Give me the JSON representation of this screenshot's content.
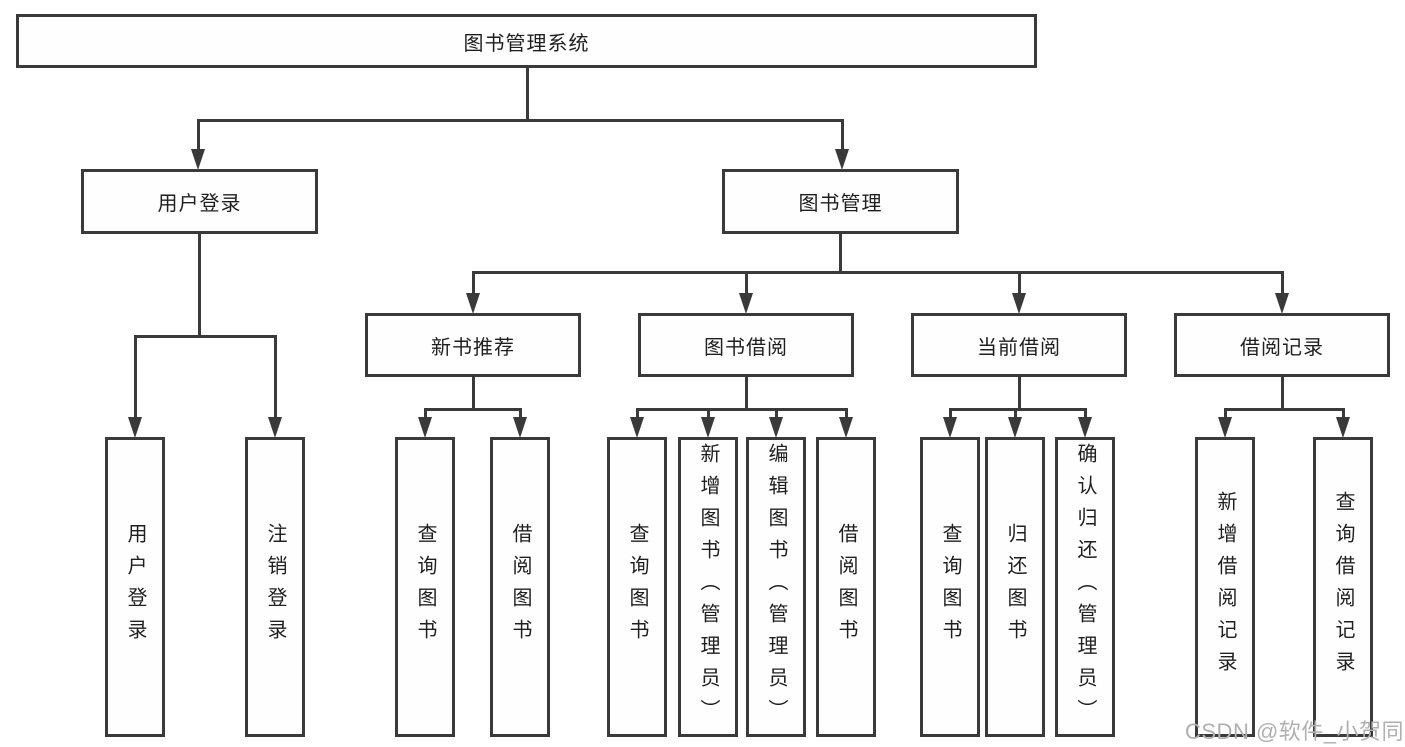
{
  "diagram": {
    "type": "hierarchy-tree",
    "title": "图书管理系统"
  },
  "nodes": {
    "root": "图书管理系统",
    "login": "用户登录",
    "book_mgmt": "图书管理",
    "new_book_rec": "新书推荐",
    "book_borrow": "图书借阅",
    "current_borrow": "当前借阅",
    "borrow_records": "借阅记录",
    "leaf_user_login": "用户登录",
    "leaf_logout": "注销登录",
    "leaf_query_books_rec": "查询图书",
    "leaf_borrow_books_rec": "借阅图书",
    "leaf_query_books_bb": "查询图书",
    "leaf_add_books_admin": "新增图书（管理员）",
    "leaf_edit_books_admin": "编辑图书（管理员）",
    "leaf_borrow_books_bb": "借阅图书",
    "leaf_query_books_cur": "查询图书",
    "leaf_return_books": "归还图书",
    "leaf_confirm_return_admin": "确认归还（管理员）",
    "leaf_add_borrow_record": "新增借阅记录",
    "leaf_query_borrow_record": "查询借阅记录"
  },
  "watermark": "CSDN @软件_小贺同学",
  "colors": {
    "line": "#3a3a3a",
    "text": "#1f1f1f",
    "watermark": "#b0b0b0",
    "background": "#ffffff"
  }
}
